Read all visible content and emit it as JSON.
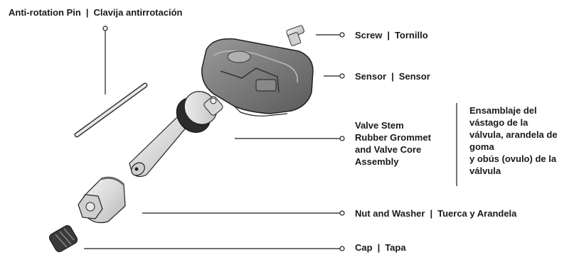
{
  "parts": {
    "anti_rotation_pin": {
      "en": "Anti-rotation Pin",
      "sep": "|",
      "es": "Clavija antirrotación"
    },
    "screw": {
      "en": "Screw",
      "sep": "|",
      "es": "Tornillo"
    },
    "sensor": {
      "en": "Sensor",
      "sep": "|",
      "es": "Sensor"
    },
    "valve_stem": {
      "en": "Valve Stem\nRubber Grommet\nand Valve Core\nAssembly",
      "es": "Ensamblaje del\nvástago de la\nválvula, arandela de\ngoma\ny obús (ovulo) de la\nválvula"
    },
    "nut_washer": {
      "en": "Nut and Washer",
      "sep": "|",
      "es": "Tuerca y Arandela"
    },
    "cap": {
      "en": "Cap",
      "sep": "|",
      "es": "Tapa"
    }
  },
  "colors": {
    "line": "#1a1a1a",
    "part_fill": "#e6e6e6",
    "part_dark": "#3a3a3a",
    "sensor_fill": "#7a7a7a"
  }
}
